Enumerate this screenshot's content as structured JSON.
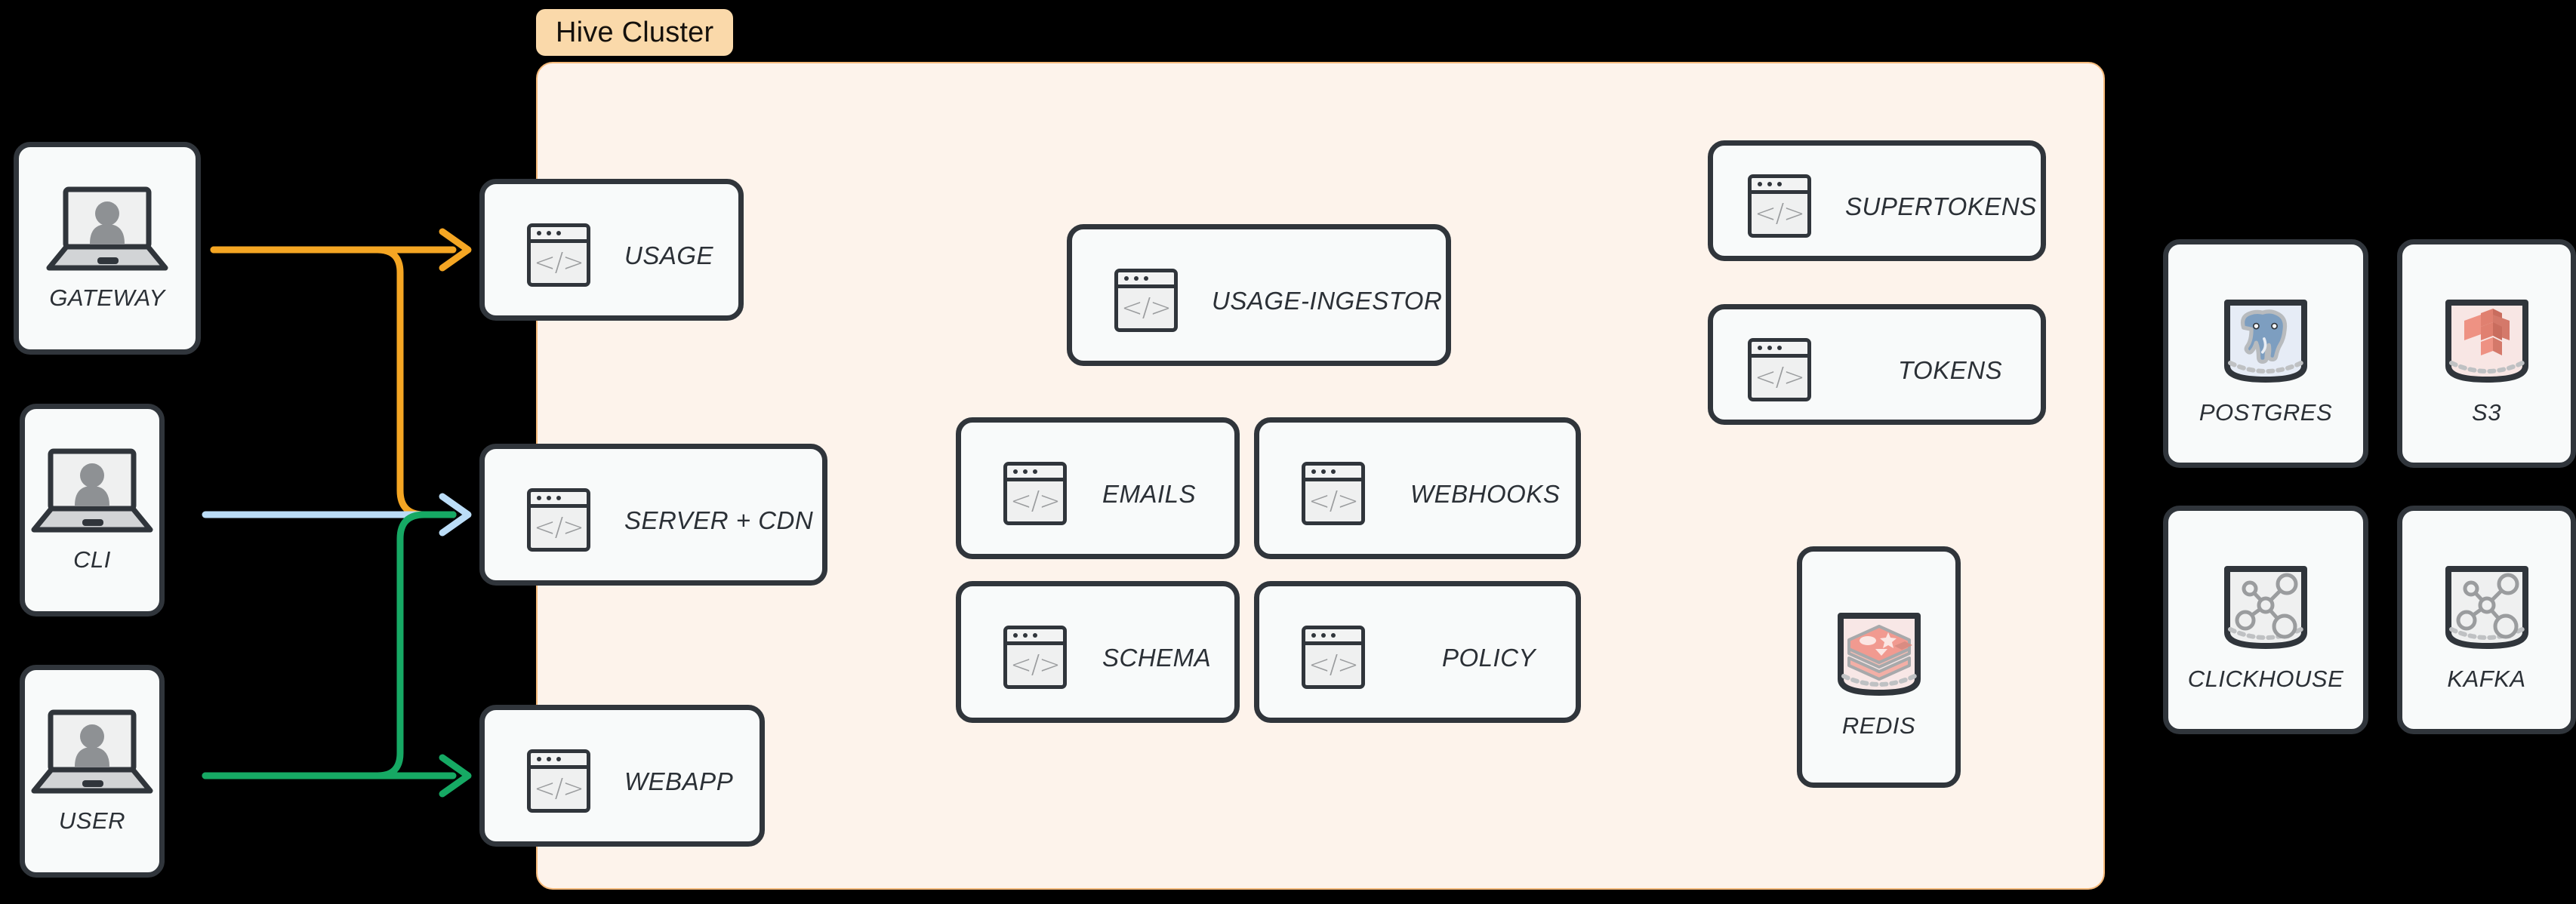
{
  "cluster": {
    "tag_label": "Hive Cluster",
    "background": "#FDF3EB",
    "border_color": "#F5B97A",
    "tag_background": "#FAD9AA"
  },
  "theme": {
    "page_background": "#000000",
    "card_background": "#F8FAFA",
    "card_border": "#30353B",
    "icon_gray": "#9A9C9E",
    "arrow_orange": "#F5A623",
    "arrow_blue": "#BBDDF7",
    "arrow_green": "#16A964",
    "postgres_blue": "#7D9EC0",
    "s3_red": "#E08070",
    "redis_pink": "#F0A9A0"
  },
  "actors": [
    {
      "label": "GATEWAY",
      "icon": "laptop-user-icon"
    },
    {
      "label": "CLI",
      "icon": "laptop-user-icon"
    },
    {
      "label": "USER",
      "icon": "laptop-user-icon"
    }
  ],
  "edge_services": [
    {
      "label": "USAGE",
      "icon": "code-window-icon"
    },
    {
      "label": "SERVER + CDN",
      "icon": "code-window-icon"
    },
    {
      "label": "WEBAPP",
      "icon": "code-window-icon"
    }
  ],
  "cluster_services": [
    {
      "label": "USAGE-INGESTOR",
      "icon": "code-window-icon"
    },
    {
      "label": "EMAILS",
      "icon": "code-window-icon"
    },
    {
      "label": "WEBHOOKS",
      "icon": "code-window-icon"
    },
    {
      "label": "SCHEMA",
      "icon": "code-window-icon"
    },
    {
      "label": "POLICY",
      "icon": "code-window-icon"
    },
    {
      "label": "SUPERTOKENS",
      "icon": "code-window-icon"
    },
    {
      "label": "TOKENS",
      "icon": "code-window-icon"
    }
  ],
  "cluster_datastores": [
    {
      "label": "REDIS",
      "icon": "redis-database-icon"
    }
  ],
  "external_datastores": [
    {
      "label": "POSTGRES",
      "icon": "postgres-database-icon"
    },
    {
      "label": "S3",
      "icon": "s3-database-icon"
    },
    {
      "label": "CLICKHOUSE",
      "icon": "network-database-icon"
    },
    {
      "label": "KAFKA",
      "icon": "network-database-icon"
    }
  ],
  "connections": [
    {
      "from": "GATEWAY",
      "to": "USAGE",
      "color": "#F5A623",
      "name": "gateway-to-usage"
    },
    {
      "from": "GATEWAY",
      "to": "SERVER + CDN",
      "color": "#F5A623",
      "name": "gateway-to-server-cdn"
    },
    {
      "from": "CLI",
      "to": "SERVER + CDN",
      "color": "#BBDDF7",
      "name": "cli-to-server-cdn"
    },
    {
      "from": "USER",
      "to": "SERVER + CDN",
      "color": "#16A964",
      "name": "user-to-server-cdn"
    },
    {
      "from": "USER",
      "to": "WEBAPP",
      "color": "#16A964",
      "name": "user-to-webapp"
    }
  ],
  "code_glyph": "</>"
}
